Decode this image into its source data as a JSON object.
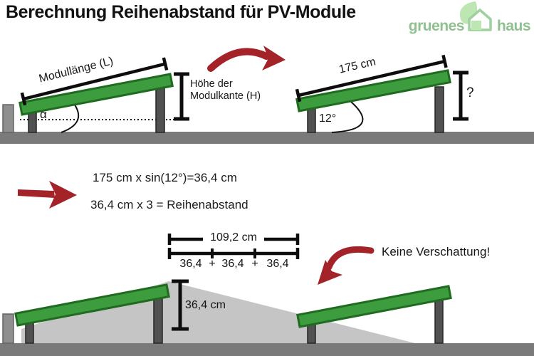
{
  "header": {
    "title": "Berechnung Reihenabstand für PV-Module"
  },
  "logo": {
    "word1": "gruenes",
    "word2": "haus"
  },
  "diagram_generic": {
    "length_label": "Modullänge (L)",
    "angle_label": "α",
    "height_label_line1": "Höhe der",
    "height_label_line2": "Modulkante (H)"
  },
  "diagram_example": {
    "length_value": "175 cm",
    "angle_value": "12°",
    "height_unknown": "?"
  },
  "formulas": {
    "line1": "175 cm x sin(12°)=36,4 cm",
    "line2": "36,4 cm x 3 = Reihenabstand"
  },
  "spacing_diagram": {
    "total_label": "109,2 cm",
    "segment1": "36,4",
    "plus1": "+",
    "segment2": "36,4",
    "plus2": "+",
    "segment3": "36,4",
    "height_label": "36,4 cm",
    "callout": "Keine Verschattung!"
  },
  "colors": {
    "module_green": "#3d9c3d",
    "module_border": "#1f6b1f",
    "arrow_red": "#a32329",
    "ground_gray": "#7a7a7a",
    "wall_gray": "#8f8f8f",
    "post_gray": "#515151",
    "shadow_gray": "#c5c5c5",
    "line_black": "#111111",
    "logo_green": "#8fc08f",
    "logo_leaf_green": "#bde6b3"
  }
}
